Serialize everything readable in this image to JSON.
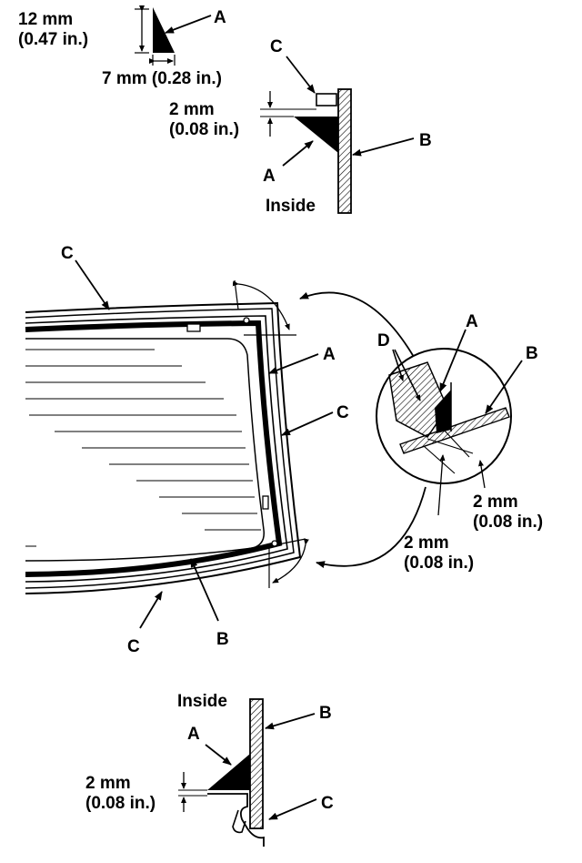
{
  "top_bead": {
    "height_dim": [
      "12 mm",
      "(0.47 in.)"
    ],
    "width_dim": "7 mm (0.28 in.)",
    "label_a": "A"
  },
  "top_section": {
    "label_c": "C",
    "label_a": "A",
    "label_b": "B",
    "gap_dim": [
      "2 mm",
      "(0.08 in.)"
    ],
    "inside": "Inside"
  },
  "windshield": {
    "label_c_top": "C",
    "label_a": "A",
    "label_c_right": "C",
    "label_c_bottom": "C",
    "label_b": "B"
  },
  "detail_circle": {
    "label_d": "D",
    "label_a": "A",
    "label_b": "B",
    "dim_right": [
      "2 mm",
      "(0.08 in.)"
    ],
    "dim_bottom": [
      "2 mm",
      "(0.08 in.)"
    ]
  },
  "bottom_section": {
    "inside": "Inside",
    "label_b": "B",
    "label_a": "A",
    "label_c": "C",
    "gap_dim": [
      "2 mm",
      "(0.08 in.)"
    ]
  }
}
